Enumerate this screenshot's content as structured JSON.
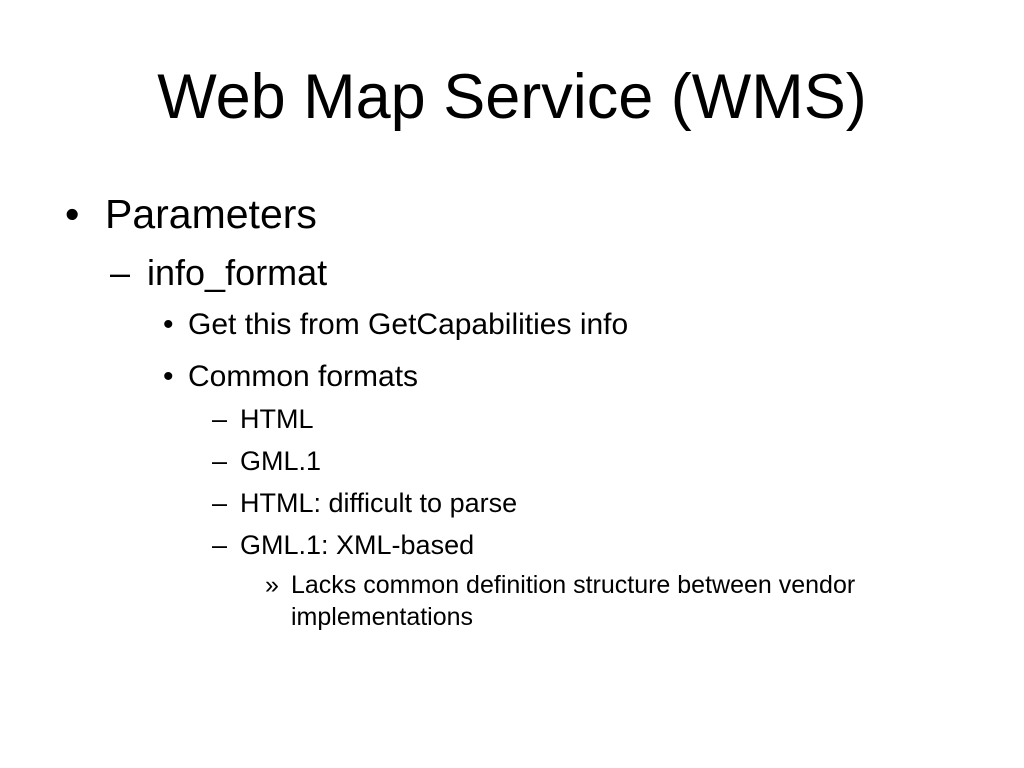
{
  "slide": {
    "title": "Web Map Service (WMS)",
    "colors": {
      "background": "#ffffff",
      "text": "#000000"
    },
    "bullets": [
      {
        "level": 1,
        "marker": "•",
        "text": "Parameters"
      },
      {
        "level": 2,
        "marker": "–",
        "text": "info_format"
      },
      {
        "level": 3,
        "marker": "•",
        "text": "Get this from GetCapabilities info"
      },
      {
        "level": 3,
        "marker": "•",
        "text": "Common formats"
      },
      {
        "level": 4,
        "marker": "–",
        "text": "HTML"
      },
      {
        "level": 4,
        "marker": "–",
        "text": "GML.1"
      },
      {
        "level": 4,
        "marker": "–",
        "text": "HTML: difficult to parse"
      },
      {
        "level": 4,
        "marker": "–",
        "text": "GML.1: XML-based"
      },
      {
        "level": 5,
        "marker": "»",
        "text": "Lacks common definition structure between vendor implementations"
      }
    ]
  }
}
